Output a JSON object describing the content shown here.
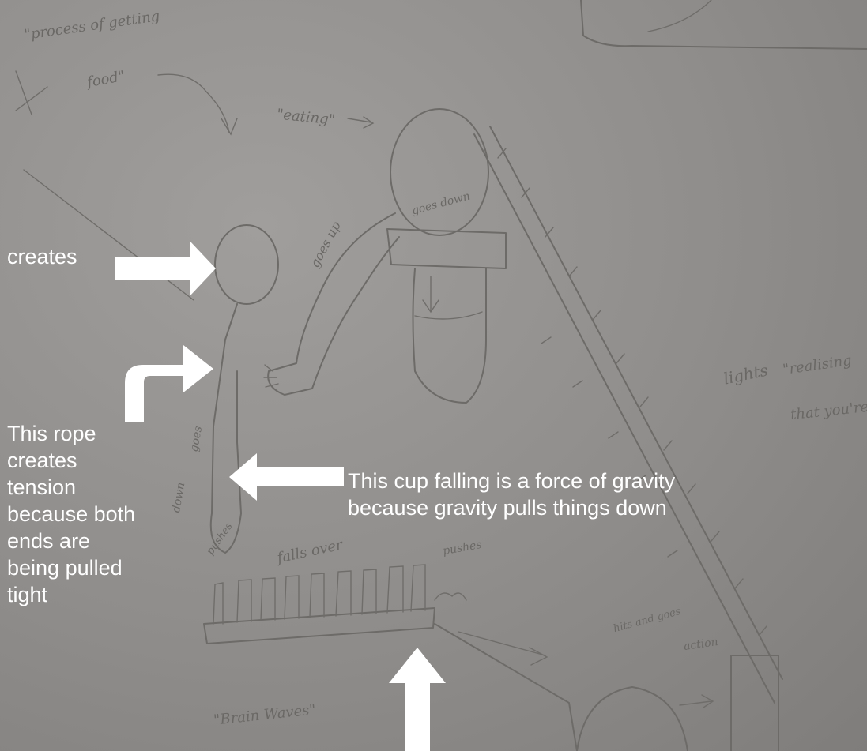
{
  "captions": {
    "creates": "creates",
    "rope_tension": "This rope\ncreates\ntension\nbecause both\nends are\nbeing pulled\ntight",
    "cup_gravity": "This cup falling is a force of gravity\nbecause gravity pulls things down"
  },
  "handwritten": {
    "process": "\"process of getting",
    "food": "food\"",
    "eating": "\"eating\"",
    "goes_up": "goes up",
    "goes_down_top": "goes down",
    "lights": "lights",
    "realising": "\"realising",
    "that_you": "that you're",
    "goes": "goes",
    "down": "down",
    "pushes_left": "pushes",
    "falls_over": "falls over",
    "pushes_right": "pushes",
    "brain_waves": "\"Brain Waves\"",
    "action": "action",
    "hits_and_goes": "hits and goes"
  },
  "colors": {
    "background": "#8e8c8a",
    "pencil": "#6d6b68",
    "annotation": "#ffffff"
  }
}
